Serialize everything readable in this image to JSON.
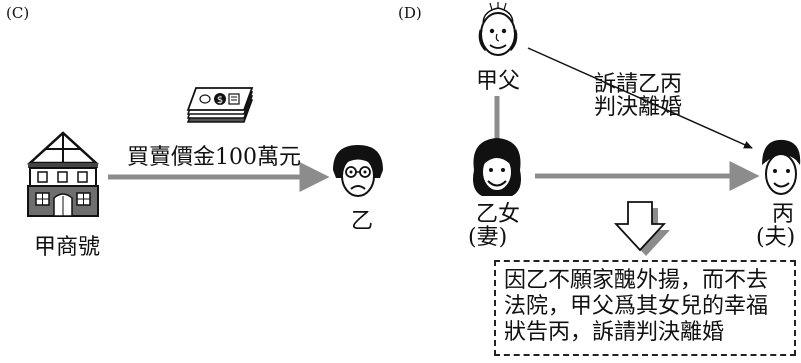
{
  "panel_c": {
    "label": "(C)",
    "shop_label": "甲商號",
    "arrow_label": "買賣價金100萬元",
    "person_label": "乙"
  },
  "panel_d": {
    "label": "(D)",
    "father_label": "甲父",
    "callout_line1": "訴請乙丙",
    "callout_line2": "判決離婚",
    "wife_label": "乙女",
    "wife_role": "(妻)",
    "husband_label": "丙",
    "husband_role": "(夫)",
    "note_lines": [
      "因乙不願家醜外揚，而不去",
      "法院，甲父爲其女兒的幸福",
      "狀告丙，訴請判決離婚"
    ]
  },
  "colors": {
    "arrow_gray": "#8c8c8c",
    "ink": "#111111"
  }
}
